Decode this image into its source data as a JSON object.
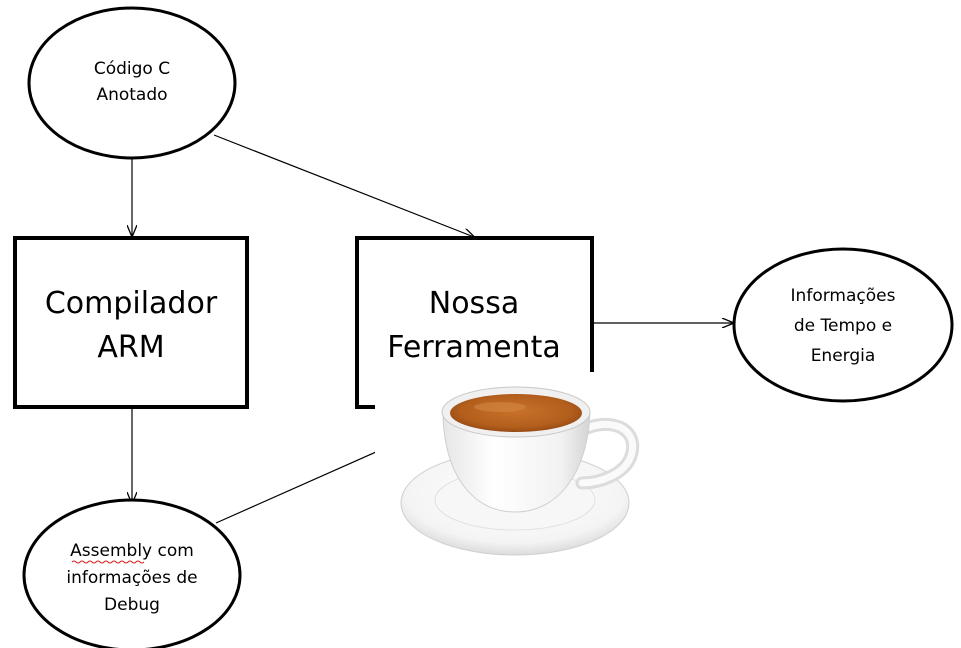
{
  "diagram": {
    "nodes": {
      "source": {
        "lines": [
          "Código C",
          "Anotado"
        ]
      },
      "compiler": {
        "lines": [
          "Compilador",
          "ARM"
        ]
      },
      "tool": {
        "lines": [
          "Nossa",
          "Ferramenta"
        ]
      },
      "output": {
        "lines": [
          "Informações",
          "de Tempo e",
          "Energia"
        ]
      },
      "assembly": {
        "lines": [
          "Assembly com",
          "informações de",
          "Debug"
        ]
      }
    },
    "edges": [
      {
        "from": "source",
        "to": "compiler"
      },
      {
        "from": "source",
        "to": "tool"
      },
      {
        "from": "compiler",
        "to": "assembly"
      },
      {
        "from": "assembly",
        "to": "tool"
      },
      {
        "from": "tool",
        "to": "output"
      }
    ],
    "overlay_image": "teacup-on-saucer",
    "colors": {
      "stroke": "#000000",
      "background": "#ffffff",
      "tea": "#b8641e"
    }
  }
}
